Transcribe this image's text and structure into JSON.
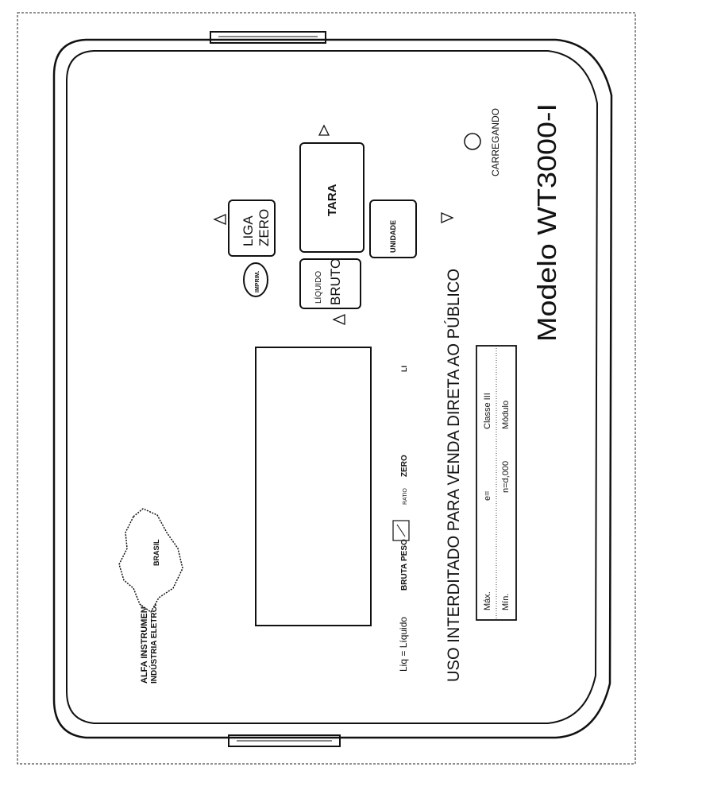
{
  "device": {
    "manufacturer_lines": [
      "ALFA INSTRUMENTOS",
      "INDÚSTRIA ELETRÔNICA LTDA"
    ],
    "logo_label": "BRASIL",
    "net_legend": "Liq = Líquido",
    "indicators": [
      "BRUTA",
      "PESO",
      "RATIO",
      "ZERO"
    ],
    "indicator_extra": "LI",
    "warning": "USO INTERDITADO PARA VENDA DIRETA AO PÚBLICO",
    "model": "Modelo WT3000-I",
    "charge_label": "CARREGANDO",
    "keys": {
      "print": "IMPRIM.",
      "liga_zero_1": "LIGA",
      "liga_zero_2": "ZERO",
      "liquido_bruto_1": "LÍQUIDO",
      "liquido_bruto_2": "BRUTO",
      "tara": "TARA",
      "unidade": "UNIDADE"
    },
    "plate": {
      "row1": [
        "Máx.",
        "e=",
        "Classe III"
      ],
      "row2": [
        "Mín.",
        "n=d,000",
        "Módulo"
      ]
    }
  }
}
